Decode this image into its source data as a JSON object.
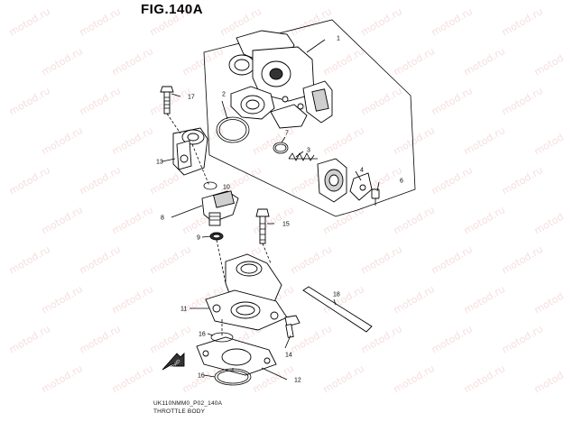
{
  "figure": {
    "title": "FIG.140A",
    "code": "UK110NMM0_P02_140A",
    "name": "THROTTLE BODY"
  },
  "watermark": {
    "text": "motod.ru",
    "color": "#e08a8a"
  },
  "direction_marker": {
    "label": "FWD"
  },
  "callouts": [
    "1",
    "2",
    "3",
    "4",
    "6",
    "7",
    "8",
    "9",
    "10",
    "11",
    "12",
    "13",
    "14",
    "15",
    "16",
    "16",
    "17",
    "18"
  ],
  "colors": {
    "line": "#000000",
    "background": "#ffffff"
  }
}
